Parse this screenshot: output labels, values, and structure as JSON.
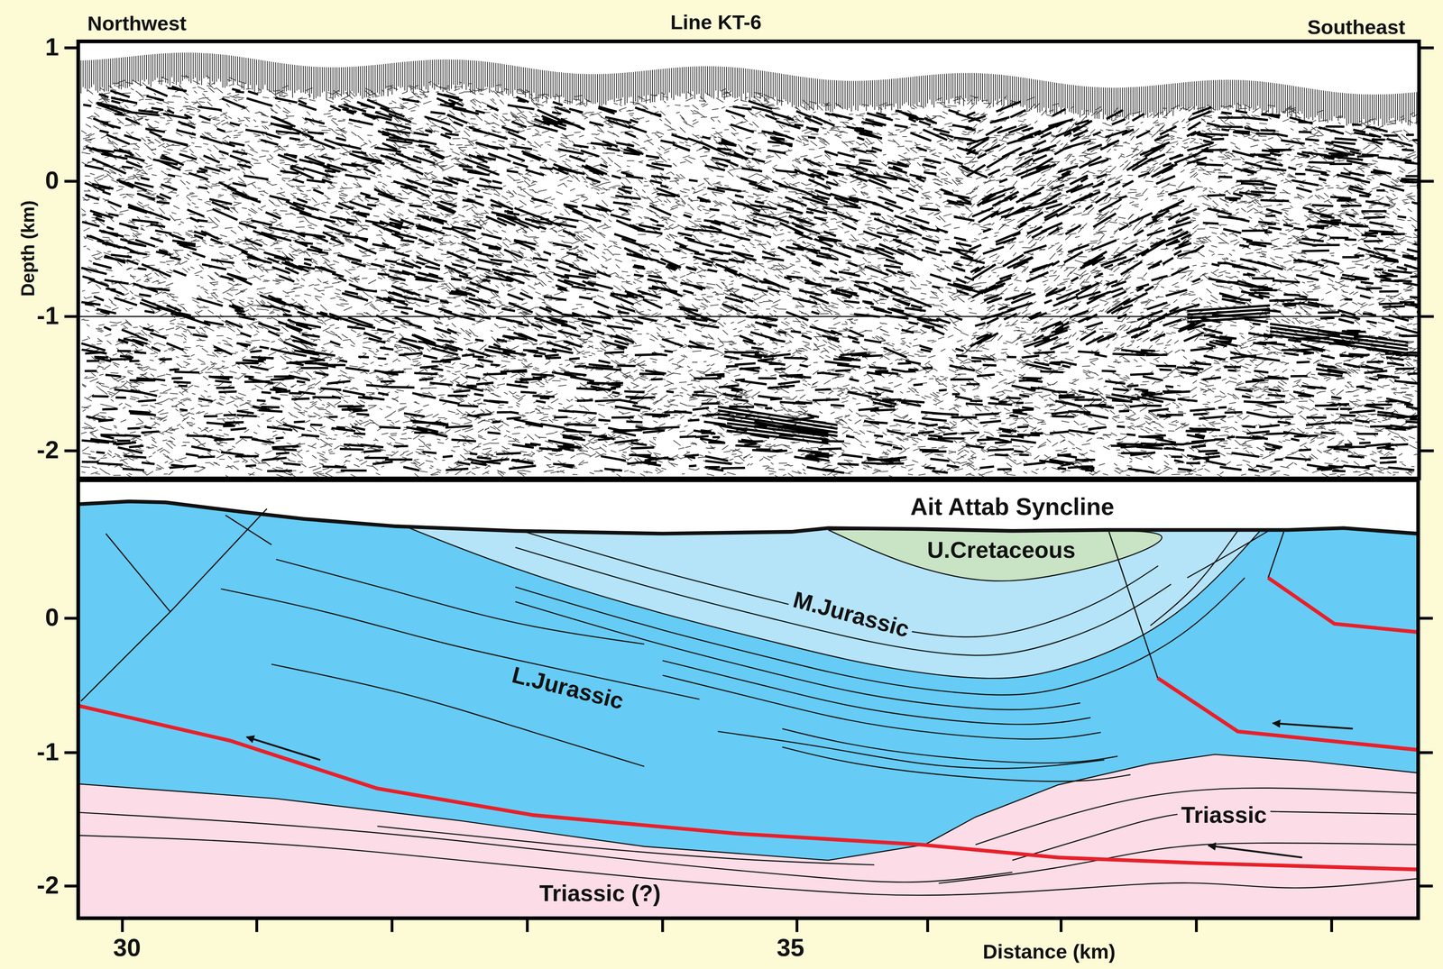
{
  "diagram": {
    "title": "Line KT-6",
    "labels": [
      "Northwest",
      "Southeast",
      "1",
      "0",
      "-1",
      "-2",
      "Depth (km)",
      "Ait Attab Syncline",
      "U.Cretaceous",
      "M.Jurassic",
      "L.Jurassic",
      "Triassic",
      "Triassic (?)",
      "0",
      "-1",
      "-2",
      "30",
      "35",
      "Distance (km)"
    ]
  }
}
